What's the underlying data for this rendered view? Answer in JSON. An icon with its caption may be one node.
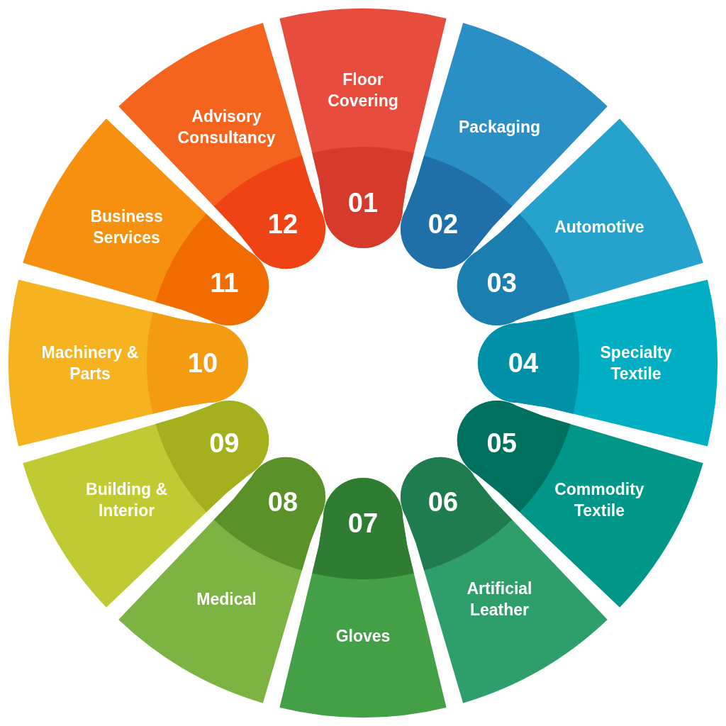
{
  "diagram": {
    "nodes": [
      {
        "text": [
          "Floor Covering",
          "01"
        ]
      },
      {
        "text": [
          "Packaging",
          "02"
        ]
      },
      {
        "text": [
          "Automotive",
          "03"
        ]
      },
      {
        "text": [
          "04",
          "Specialty Textile"
        ]
      },
      {
        "text": [
          "05",
          "Commodity Textile"
        ]
      },
      {
        "text": [
          "06",
          "Artificial Leather"
        ]
      },
      {
        "text": [
          "07",
          "Gloves"
        ]
      },
      {
        "text": [
          "08",
          "Medical"
        ]
      },
      {
        "text": [
          "09",
          "Building & Interior"
        ]
      },
      {
        "text": [
          "Machinery & Parts",
          "10"
        ]
      },
      {
        "text": [
          "Business Services",
          "11"
        ]
      },
      {
        "text": [
          "Advisory Consultancy",
          "12"
        ]
      }
    ]
  }
}
